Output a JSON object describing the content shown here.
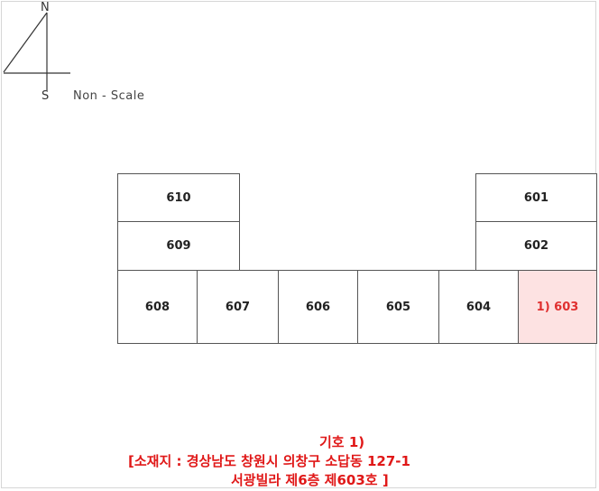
{
  "compass": {
    "north": "N",
    "south": "S"
  },
  "scale_note": "Non - Scale",
  "units": {
    "u610": "610",
    "u609": "609",
    "u608": "608",
    "u607": "607",
    "u606": "606",
    "u605": "605",
    "u604": "604",
    "u603": "1) 603",
    "u601": "601",
    "u602": "602"
  },
  "colors": {
    "highlight_fill": "#fde2e2",
    "highlight_text": "#e03030",
    "legend_text": "#e01818"
  },
  "legend": {
    "title": "기호 1)",
    "address_line1": "[소재지 : 경상남도 창원시 의창구 소답동 127-1",
    "address_line2": "서광빌라 제6층 제603호 ]"
  }
}
